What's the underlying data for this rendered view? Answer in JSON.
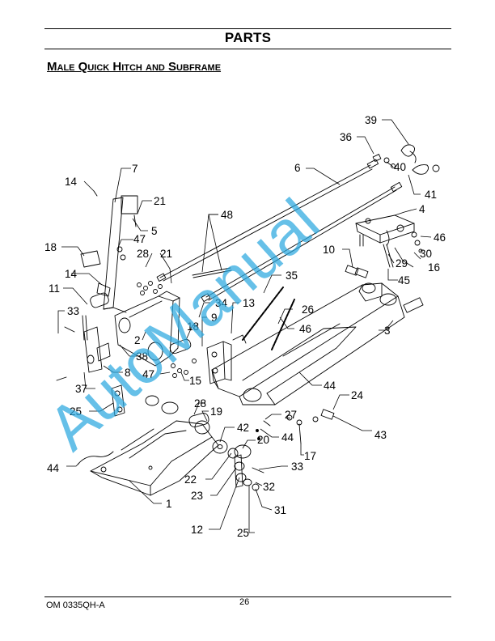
{
  "header": {
    "title": "PARTS"
  },
  "section": {
    "title": "Male Quick Hitch and Subframe"
  },
  "watermark": {
    "text": "AutoManual",
    "color": "#2ba7df"
  },
  "diagram": {
    "callouts": [
      "39",
      "36",
      "40",
      "6",
      "41",
      "7",
      "14",
      "21",
      "5",
      "47",
      "4",
      "48",
      "46",
      "30",
      "18",
      "28",
      "21",
      "10",
      "29",
      "16",
      "14",
      "45",
      "35",
      "11",
      "34",
      "13",
      "26",
      "33",
      "9",
      "46",
      "3",
      "18",
      "2",
      "38",
      "47",
      "15",
      "8",
      "37",
      "44",
      "24",
      "25",
      "28",
      "19",
      "27",
      "42",
      "44",
      "43",
      "20",
      "17",
      "44",
      "33",
      "22",
      "32",
      "23",
      "31",
      "12",
      "25",
      "1"
    ]
  },
  "footer": {
    "doc_code": "OM 0335QH-A",
    "page_number": "26"
  }
}
